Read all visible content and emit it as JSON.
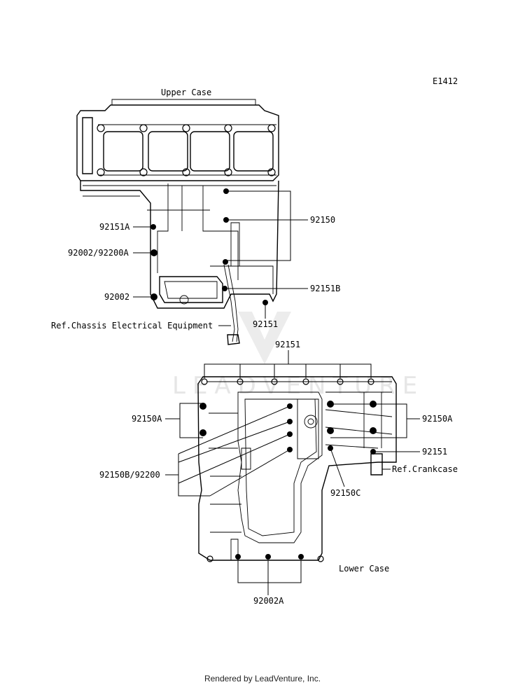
{
  "diagram": {
    "code": "E1412",
    "upper_case_title": "Upper Case",
    "lower_case_title": "Lower Case",
    "callouts": {
      "c92150": "92150",
      "c92151A": "92151A",
      "c92002_92200A": "92002/92200A",
      "c92002": "92002",
      "c92151B": "92151B",
      "c92151_upper": "92151",
      "ref_chassis": "Ref.Chassis Electrical Equipment",
      "c92151_top": "92151",
      "c92150A_left": "92150A",
      "c92150A_right": "92150A",
      "c92151_right": "92151",
      "ref_crankcase": "Ref.Crankcase",
      "c92150B_92200": "92150B/92200",
      "c92150C": "92150C",
      "c92002A": "92002A"
    },
    "watermark_text": "LEADVENTURE"
  },
  "footer": {
    "credit": "Rendered by LeadVenture, Inc."
  }
}
